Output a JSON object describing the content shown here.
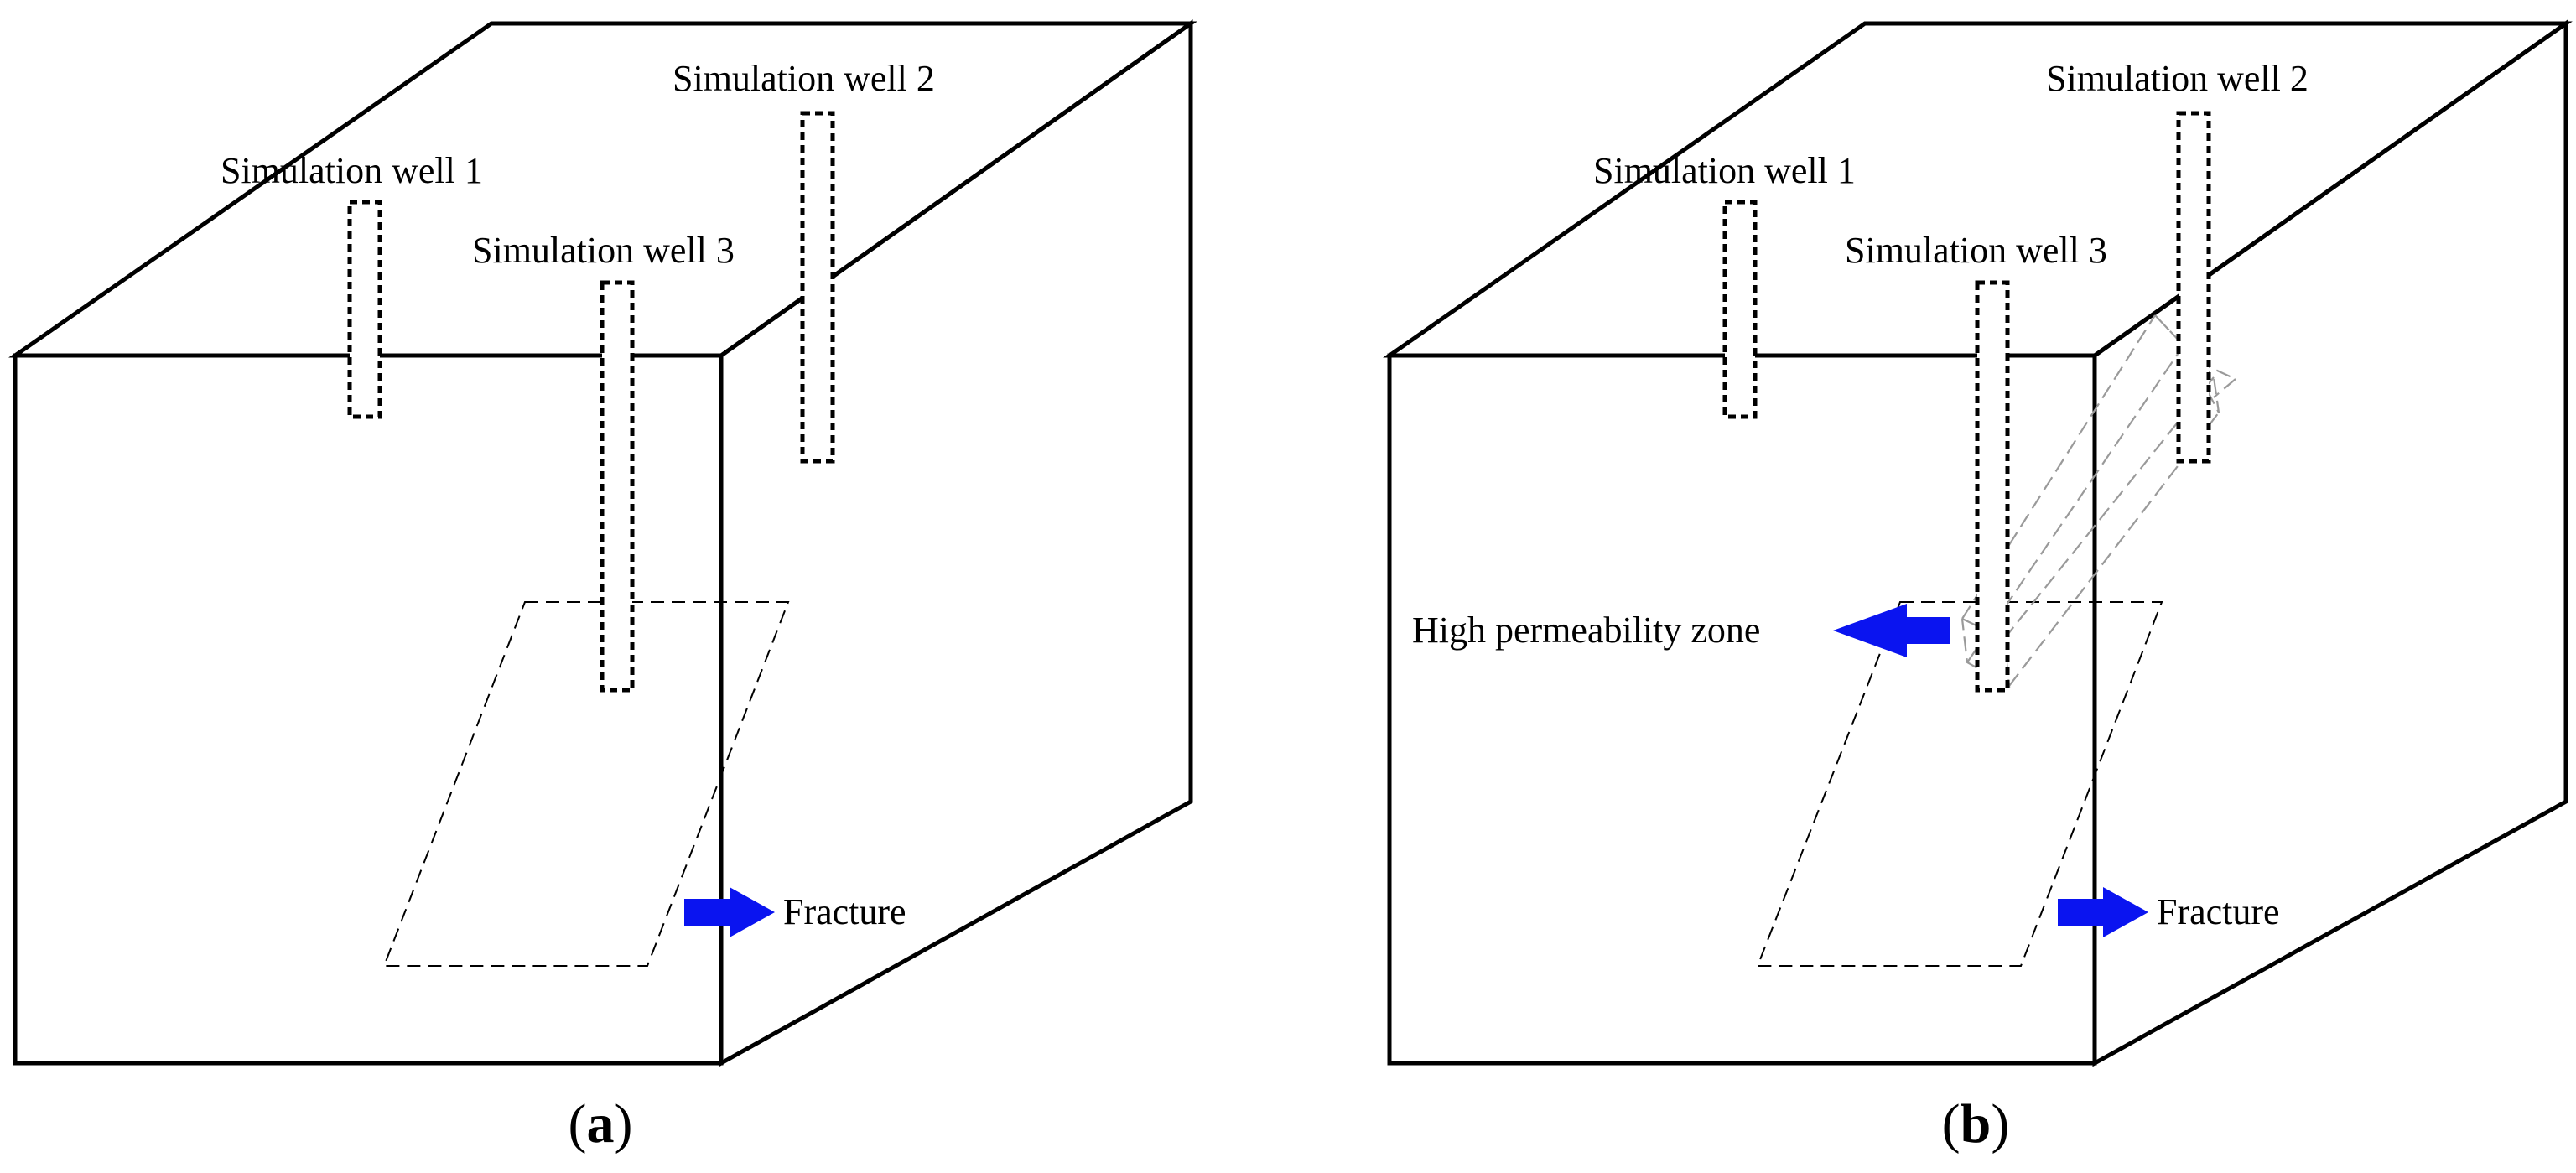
{
  "panels": [
    {
      "label_open": "(",
      "label_letter": "a",
      "label_close": ")",
      "wells": [
        {
          "label": "Simulation well 1"
        },
        {
          "label": "Simulation well 2"
        },
        {
          "label": "Simulation well 3"
        }
      ],
      "annotations": [
        {
          "label": "Fracture",
          "arrow_direction": "right"
        }
      ]
    },
    {
      "label_open": "(",
      "label_letter": "b",
      "label_close": ")",
      "wells": [
        {
          "label": "Simulation well 1"
        },
        {
          "label": "Simulation well 2"
        },
        {
          "label": "Simulation well 3"
        }
      ],
      "annotations": [
        {
          "label": "High permeability zone",
          "arrow_direction": "left"
        },
        {
          "label": "Fracture",
          "arrow_direction": "right"
        }
      ]
    }
  ],
  "colors": {
    "arrow": "#0a14f0",
    "outline": "#000000",
    "high_permeability_zone": "#9a9a9a"
  }
}
